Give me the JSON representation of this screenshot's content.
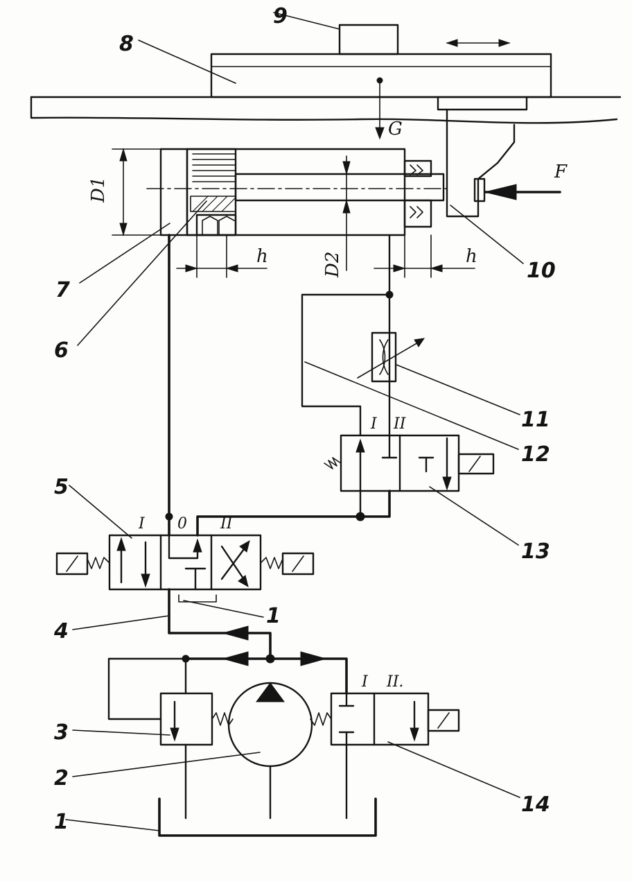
{
  "callouts": {
    "n1a": "1",
    "n1b": "1",
    "n2": "2",
    "n3": "3",
    "n4": "4",
    "n5": "5",
    "n6": "6",
    "n7": "7",
    "n8": "8",
    "n9": "9",
    "n10": "10",
    "n11": "11",
    "n12": "12",
    "n13": "13",
    "n14": "14"
  },
  "dimensions": {
    "d1": "D1",
    "d2": "D2",
    "h_left": "h",
    "h_right": "h"
  },
  "forces": {
    "gravity": "G",
    "force": "F"
  },
  "positions": {
    "v5_left": "I",
    "v5_mid": "0",
    "v5_right": "II",
    "v13_left": "I",
    "v13_right": "II",
    "v14_left": "I",
    "v14_right": "II."
  }
}
